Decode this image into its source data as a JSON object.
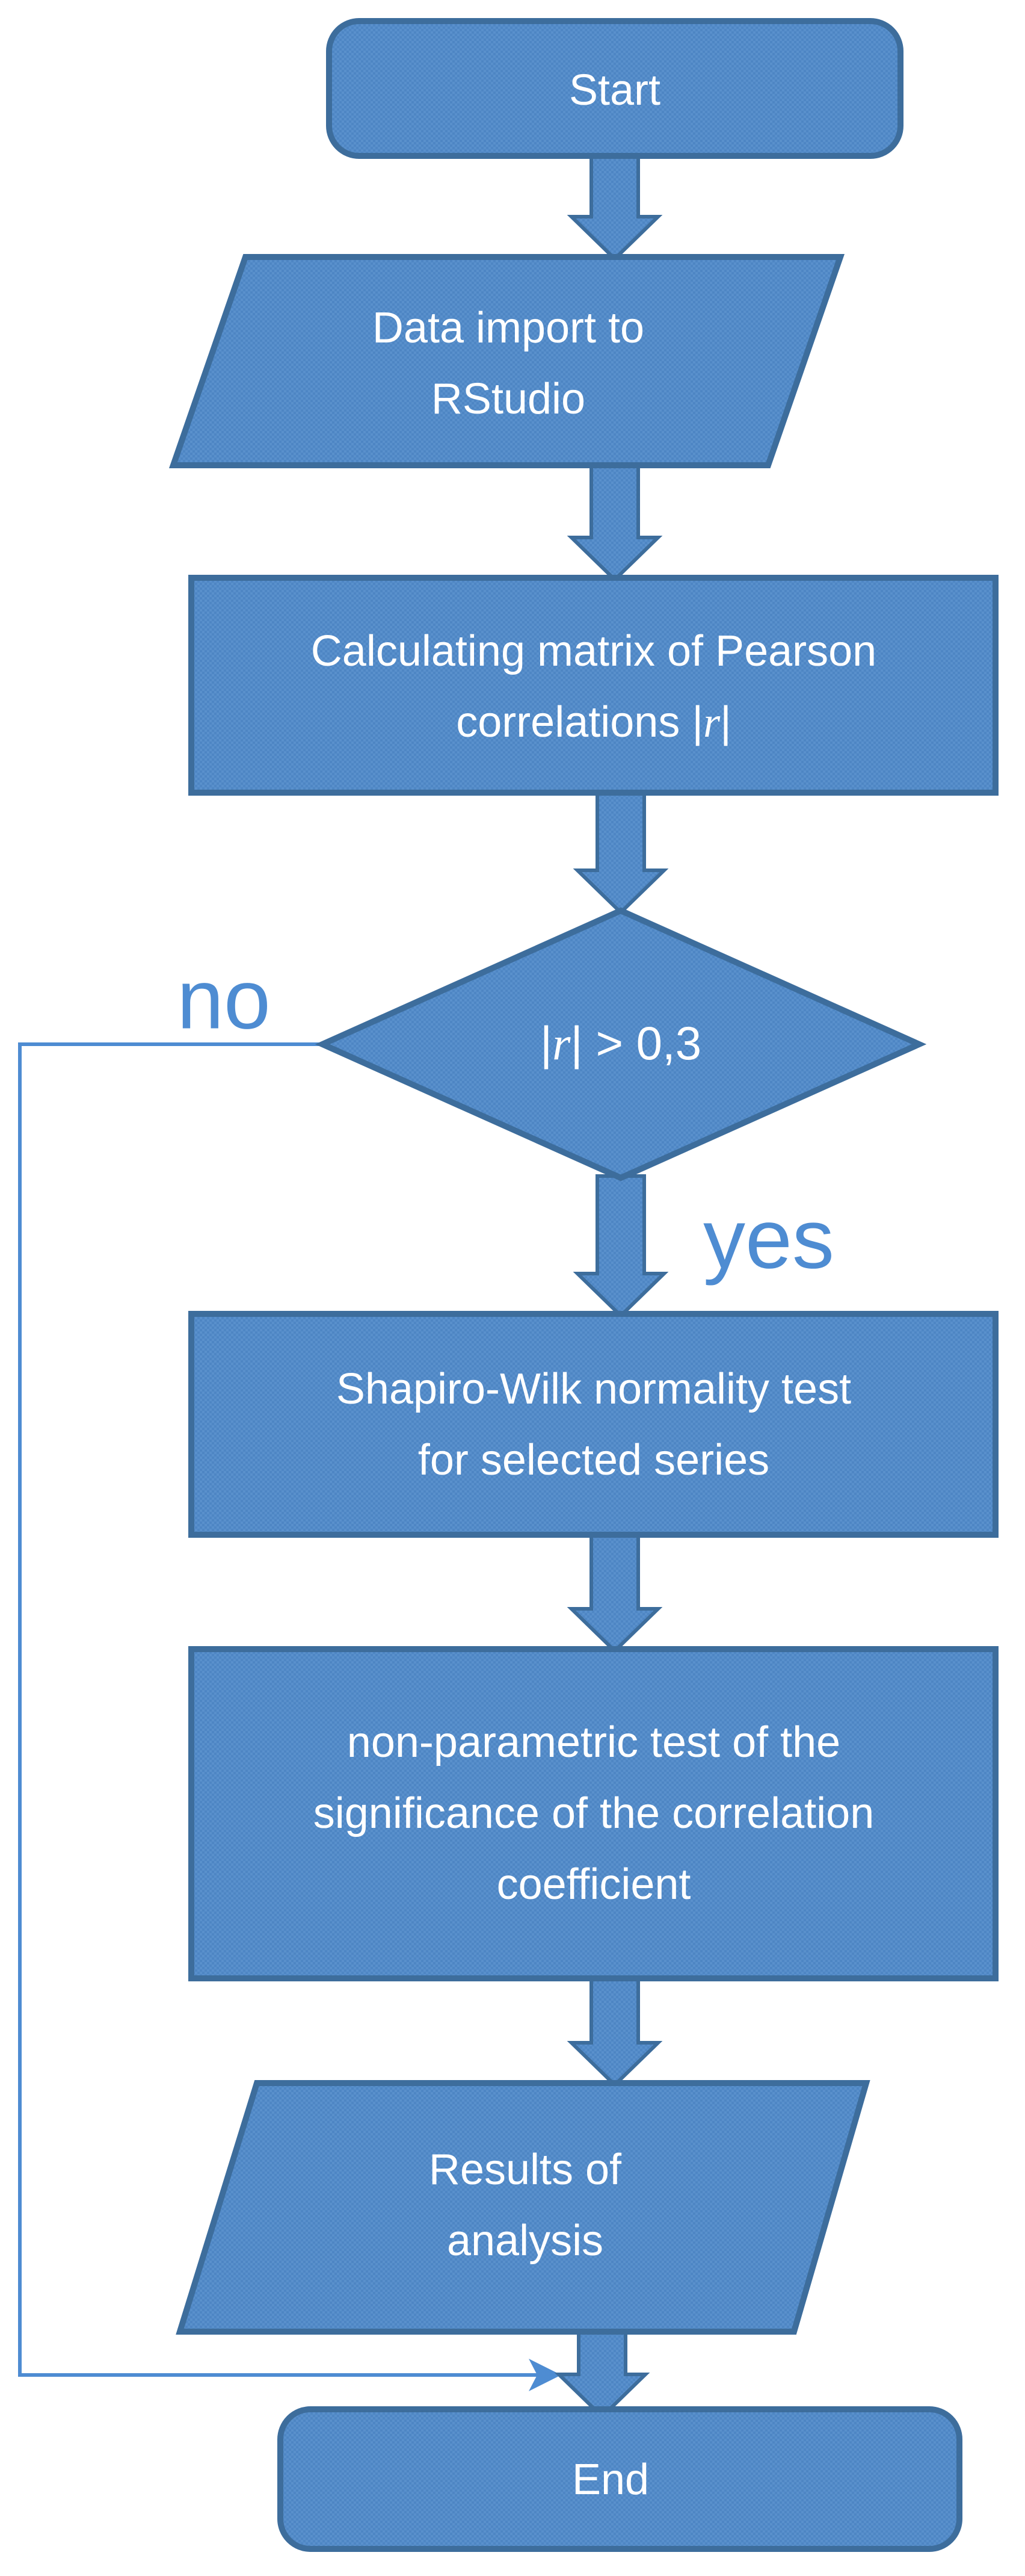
{
  "flowchart": {
    "nodes": {
      "start": {
        "type": "terminator",
        "label": "Start"
      },
      "data_import": {
        "type": "input-output",
        "lines": [
          "Data import to",
          "RStudio"
        ]
      },
      "pearson": {
        "type": "process",
        "line1": "Calculating matrix of Pearson",
        "line2_pre": "correlations |",
        "line2_var": "r",
        "line2_post": "|"
      },
      "decision": {
        "type": "decision",
        "cond_pre": "|",
        "cond_var": "r",
        "cond_post": "| > 0,3"
      },
      "shapiro": {
        "type": "process",
        "lines": [
          "Shapiro-Wilk normality test",
          "for selected series"
        ]
      },
      "nonparametric": {
        "type": "process",
        "lines": [
          "non-parametric test of the",
          "significance of the correlation",
          "coefficient"
        ]
      },
      "results": {
        "type": "input-output",
        "lines": [
          "Results of",
          "analysis"
        ]
      },
      "end": {
        "type": "terminator",
        "label": "End"
      }
    },
    "branches": {
      "no_label": "no",
      "yes_label": "yes"
    },
    "colors": {
      "shape_fill": "#4E86C4",
      "shape_fill_texture": "#5990CC",
      "shape_border": "#3D6D9C",
      "connector": "#4E8CD2",
      "branch_label": "#4E8CD2",
      "node_text": "#FFFFFF",
      "background": "#FFFFFF"
    }
  }
}
